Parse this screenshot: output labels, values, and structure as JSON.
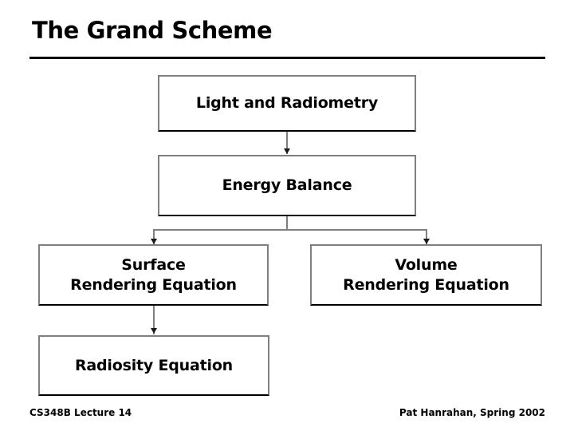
{
  "slide": {
    "title": "The Grand Scheme",
    "diagram": {
      "nodes": [
        {
          "id": "light",
          "label": "Light and Radiometry"
        },
        {
          "id": "energy",
          "label": "Energy Balance"
        },
        {
          "id": "surface",
          "label": "Surface\nRendering Equation"
        },
        {
          "id": "volume",
          "label": "Volume\nRendering Equation"
        },
        {
          "id": "radiosity",
          "label": "Radiosity Equation"
        }
      ],
      "edges": [
        {
          "from": "light",
          "to": "energy"
        },
        {
          "from": "energy",
          "to": "surface"
        },
        {
          "from": "energy",
          "to": "volume"
        },
        {
          "from": "surface",
          "to": "radiosity"
        }
      ]
    },
    "footer": {
      "left": "CS348B Lecture 14",
      "right": "Pat Hanrahan, Spring 2002"
    },
    "colors": {
      "text": "#000000",
      "background": "#ffffff",
      "box_border": "#7f7f7f",
      "box_shadow": "#000000",
      "connector": "#7f7f7f",
      "arrowhead": "#1a1a1a",
      "rule": "#000000"
    }
  }
}
